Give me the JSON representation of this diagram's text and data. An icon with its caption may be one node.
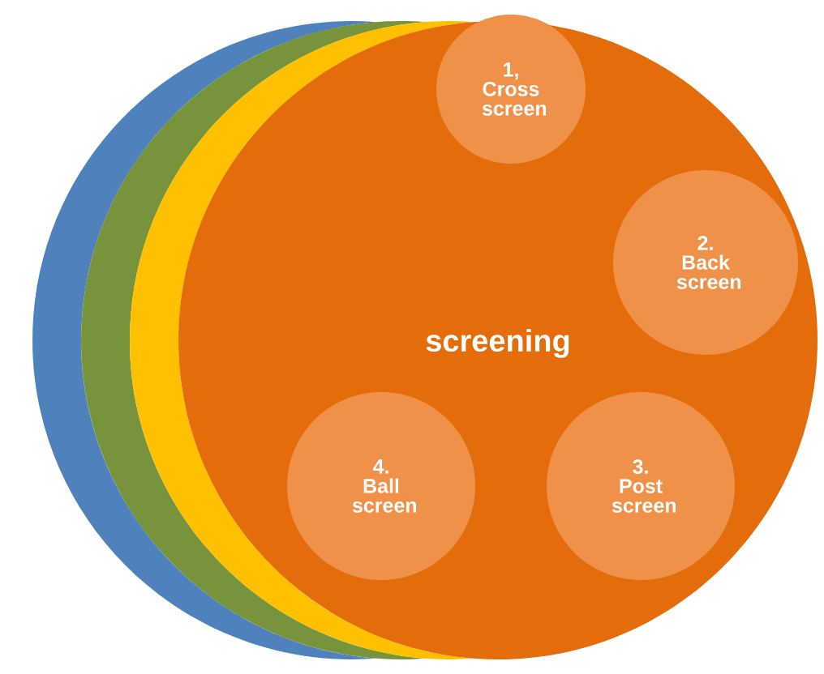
{
  "diagram": {
    "nodes": [
      {
        "text": [],
        "shape": "circle"
      },
      {
        "text": [],
        "shape": "circle"
      },
      {
        "text": [],
        "shape": "circle"
      },
      {
        "text": [
          "screening"
        ]
      },
      {
        "text": [
          "1, Cross screen"
        ],
        "in": 3
      },
      {
        "text": [
          "2. Back screen"
        ],
        "in": 3
      },
      {
        "text": [
          "3. Post screen"
        ],
        "in": 3
      },
      {
        "text": [
          "4. Ball screen"
        ],
        "in": 3
      }
    ]
  }
}
